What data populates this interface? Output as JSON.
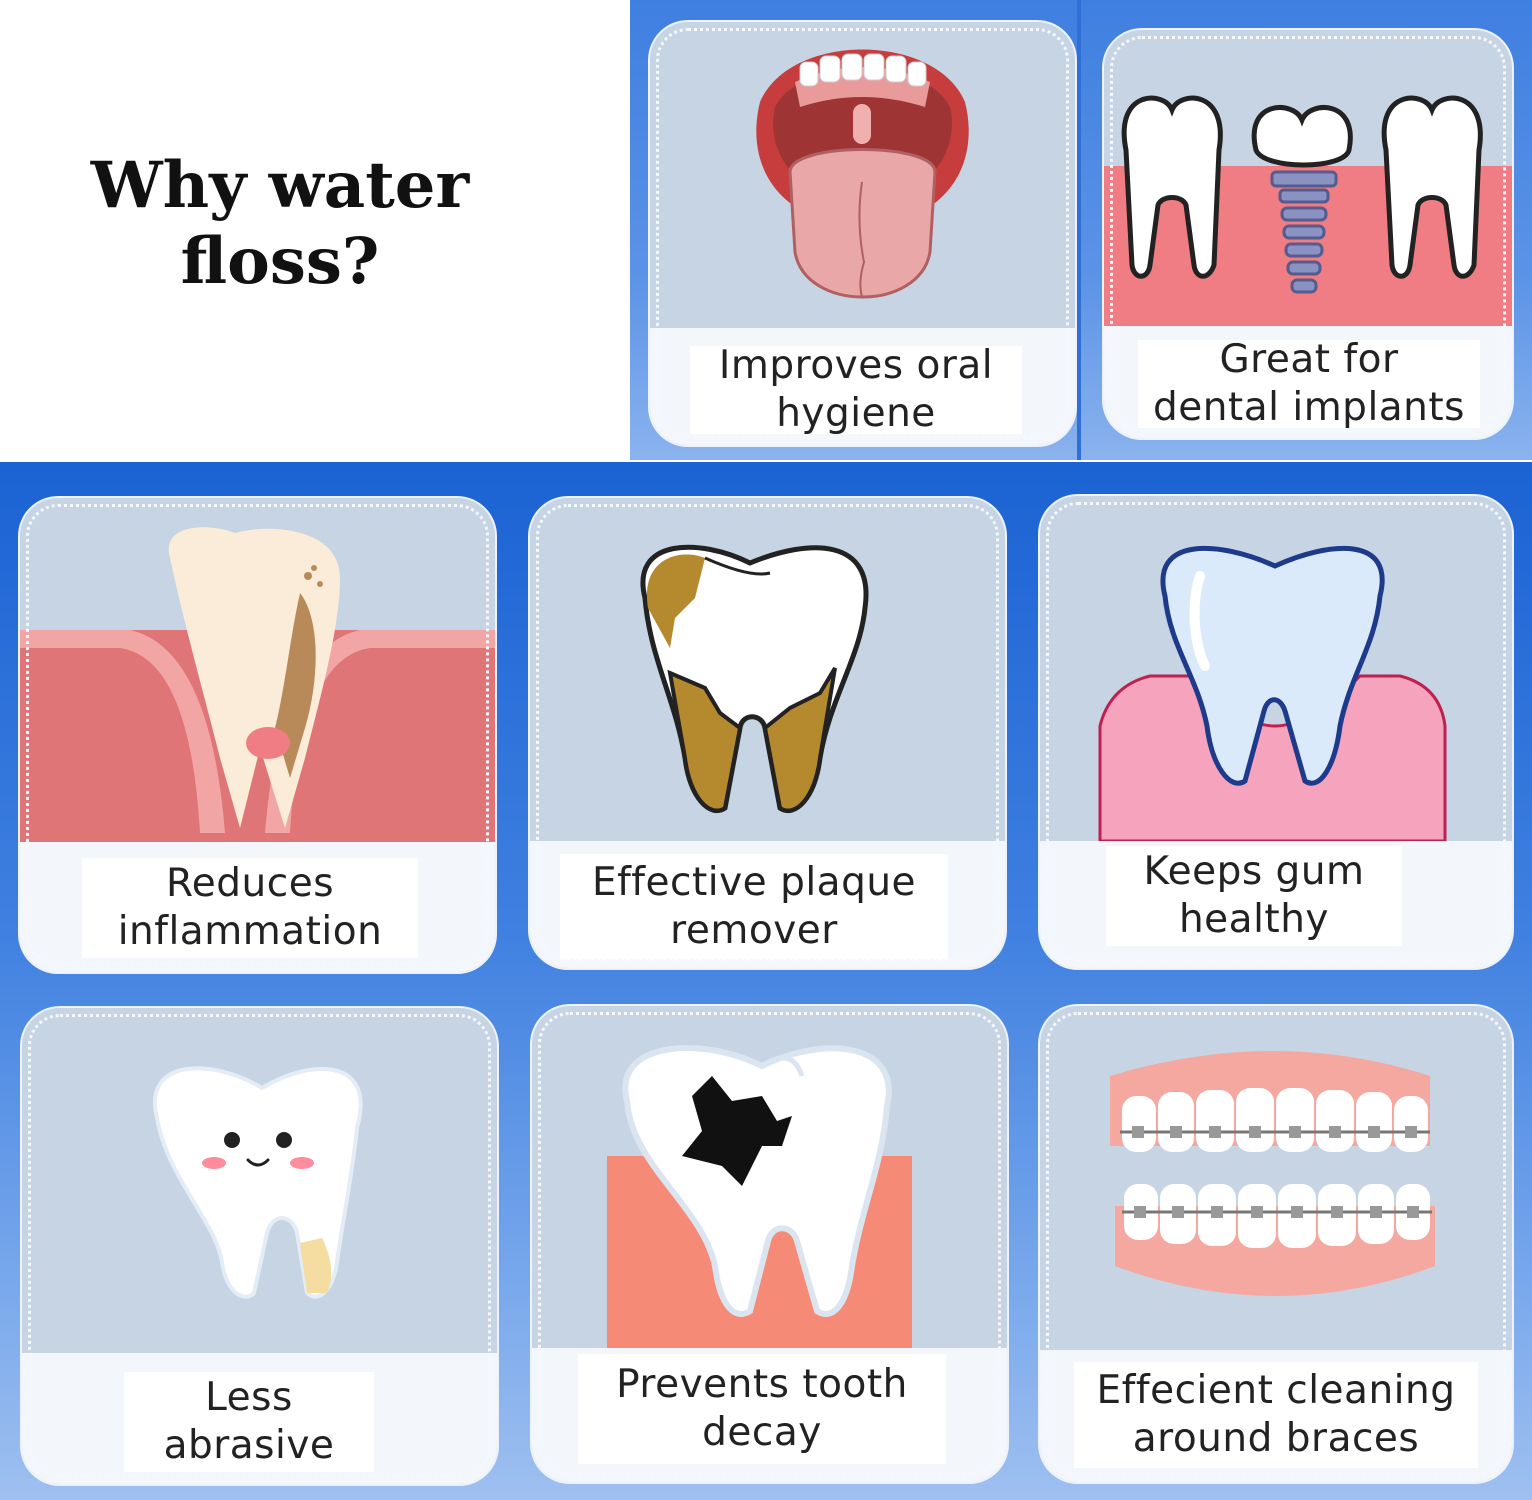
{
  "headline": "Why water\nfloss?",
  "cards": [
    {
      "label": "Improves oral\nhygiene",
      "icon": "open-mouth-tongue-icon"
    },
    {
      "label": "Great for\ndental implants",
      "icon": "dental-implant-icon"
    },
    {
      "label": "Reduces\ninflammation",
      "icon": "inflamed-gum-tooth-icon"
    },
    {
      "label": "Effective plaque\nremover",
      "icon": "plaque-tooth-icon"
    },
    {
      "label": "Keeps gum\nhealthy",
      "icon": "healthy-tooth-gum-icon"
    },
    {
      "label": "Less\nabrasive",
      "icon": "smiling-tooth-icon"
    },
    {
      "label": "Prevents tooth\ndecay",
      "icon": "decayed-tooth-icon"
    },
    {
      "label": "Effecient cleaning\naround braces",
      "icon": "braces-teeth-icon"
    }
  ],
  "colors": {
    "panel_blue": "#1b62d3",
    "card_bg": "#c6d4e3",
    "gum_red": "#e07577",
    "gum_pink": "#f6a3bd",
    "plaque_brown": "#b5892e",
    "implant_screw": "#7d86b8"
  }
}
